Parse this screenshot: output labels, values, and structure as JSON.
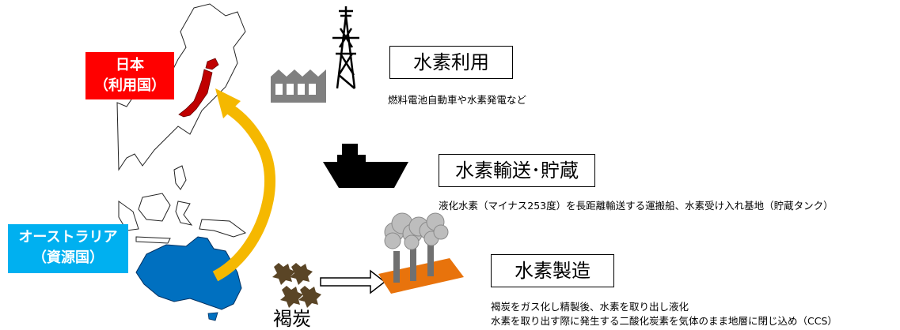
{
  "japan_label": {
    "line1": "日本",
    "line2": "（利用国）",
    "color": "#ff0000"
  },
  "australia_label": {
    "line1": "オーストラリア",
    "line2": "（資源国）",
    "color": "#00b0f0"
  },
  "stages": [
    {
      "title": "水素利用",
      "desc": [
        "燃料電池自動車や水素発電など"
      ]
    },
    {
      "title": "水素輸送･貯蔵",
      "desc": [
        "液化水素（マイナス253度）を長距離輸送する運搬船、水素受け入れ基地（貯蔵タンク）"
      ]
    },
    {
      "title": "水素製造",
      "desc": [
        "褐炭をガス化し精製後、水素を取り出し液化",
        "水素を取り出す際に発生する二酸化炭素を気体のまま地層に閉じ込め（CCS）"
      ]
    }
  ],
  "lignite_label": "褐炭",
  "icons": [
    "power-tower-icon",
    "factory-icon",
    "ship-icon",
    "lignite-icon",
    "arrow-icon",
    "smokestack-plant-icon"
  ],
  "colors": {
    "arrow": "#f5b800",
    "japan_fill": "#c00000",
    "australia_fill": "#0070c0",
    "plant_base": "#e8730c",
    "lignite": "#5a4526",
    "factory": "#808080"
  }
}
